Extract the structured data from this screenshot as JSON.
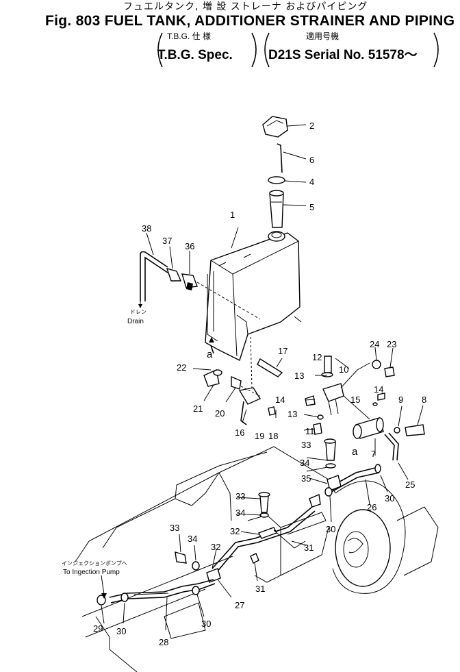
{
  "header": {
    "title_jp": "フュエルタンク, 増 設 ストレーナ およびパイピング",
    "title_en": "Fig. 803 FUEL TANK, ADDITIONER STRAINER AND PIPING",
    "spec_jp": "T.B.G. 仕 様",
    "spec_en": "T.B.G. Spec.",
    "serial_jp": "適用号機",
    "serial_en": "D21S Serial No. 51578～"
  },
  "captions": {
    "drain_jp": "ドレン",
    "drain_en": "Drain",
    "pump_jp": "インジェクションポンプへ",
    "pump_en": "To Ingection Pump",
    "ref_a_top": "a",
    "ref_a_bottom": "a"
  },
  "callouts": [
    "1",
    "2",
    "4",
    "5",
    "6",
    "7",
    "8",
    "9",
    "10",
    "11",
    "12",
    "13",
    "13",
    "14",
    "14",
    "15",
    "16",
    "17",
    "18",
    "19",
    "20",
    "21",
    "22",
    "23",
    "24",
    "25",
    "26",
    "27",
    "28",
    "29",
    "30",
    "30",
    "30",
    "30",
    "31",
    "31",
    "32",
    "32",
    "33",
    "33",
    "33",
    "34",
    "34",
    "34",
    "35",
    "36",
    "37",
    "38"
  ]
}
